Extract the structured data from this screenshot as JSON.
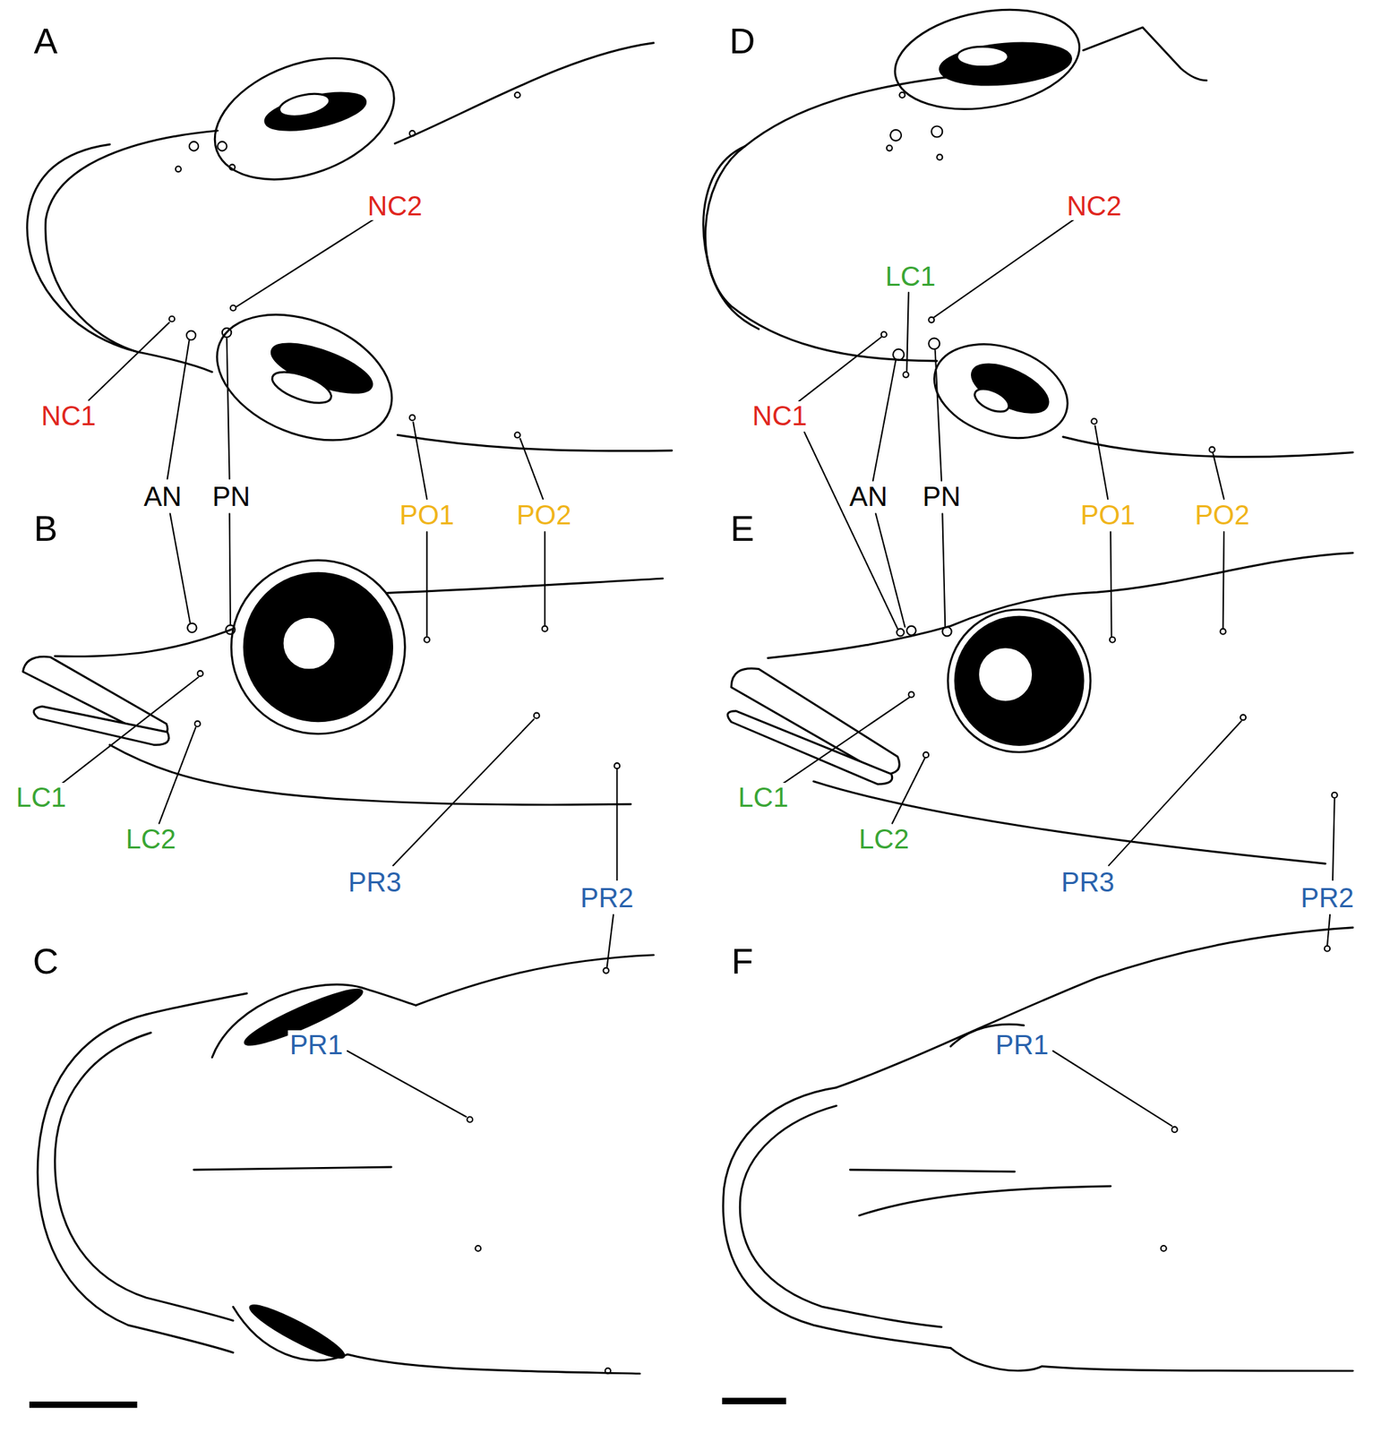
{
  "diagram": {
    "labels": [
      "A",
      "NC2",
      "NC1",
      "AN",
      "PN",
      "PO1",
      "PO2",
      "B",
      "LC1",
      "LC2",
      "PR3",
      "PR2",
      "C",
      "PR1",
      "D",
      "NC2",
      "LC1",
      "NC1",
      "AN",
      "PN",
      "PO1",
      "PO2",
      "E",
      "LC1",
      "LC2",
      "PR3",
      "PR2",
      "F",
      "PR1"
    ]
  }
}
